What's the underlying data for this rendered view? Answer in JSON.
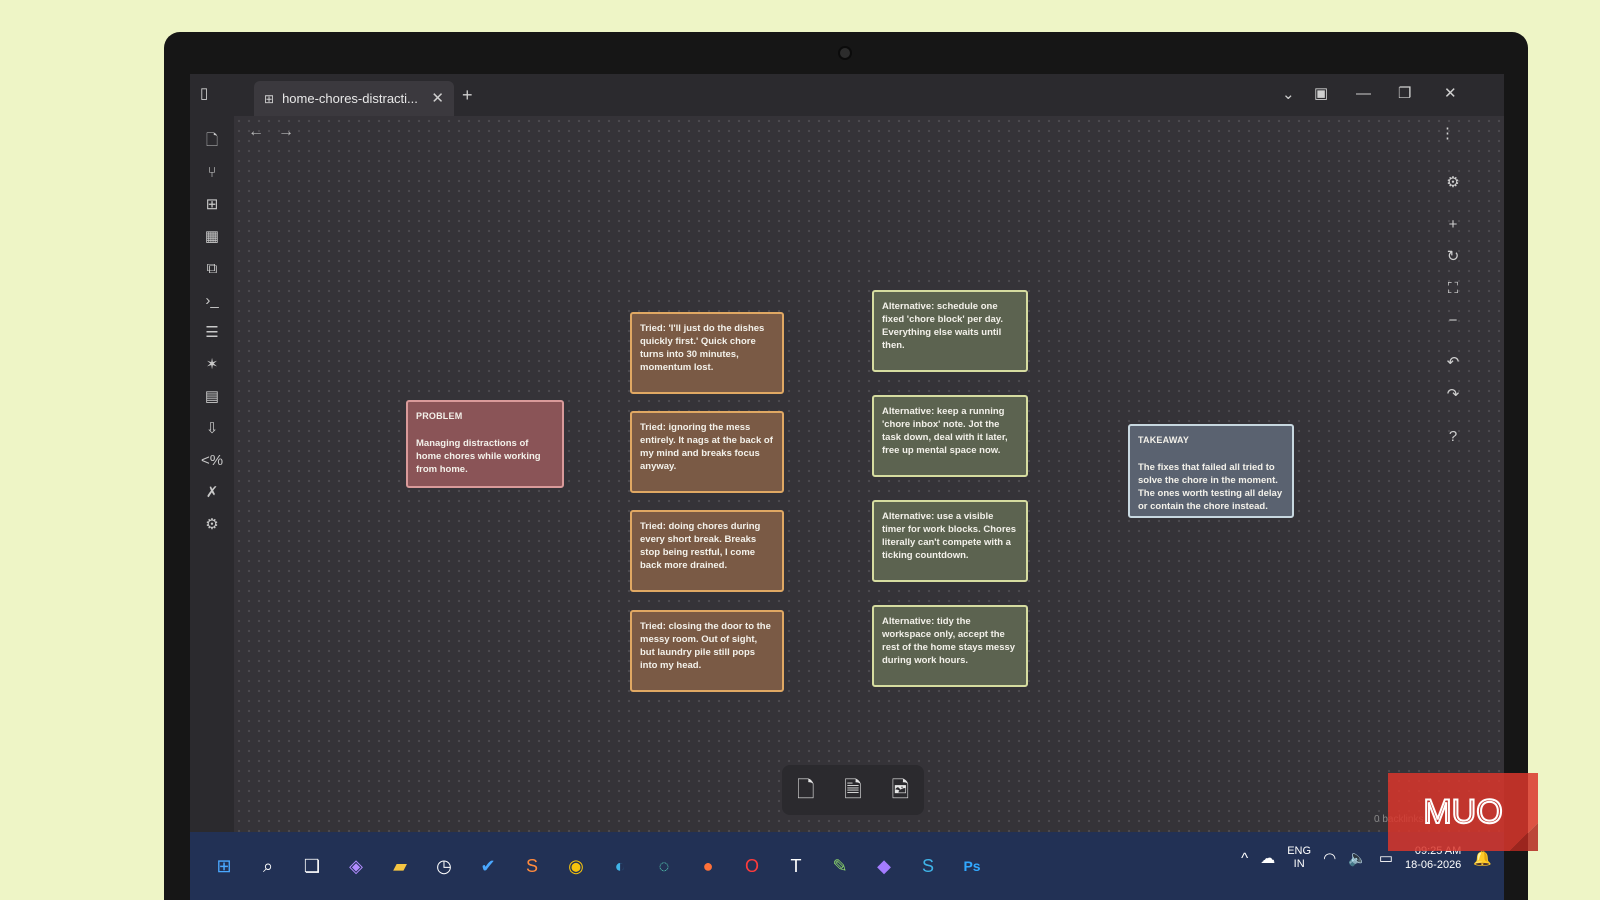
{
  "window": {
    "tab_title": "home-chores-distracti...",
    "backlinks": "0 backlinks"
  },
  "canvas": {
    "problem": {
      "heading": "PROBLEM",
      "text": "Managing distractions of home chores while working from home."
    },
    "tried": [
      "Tried: 'I'll just do the dishes quickly first.' Quick chore turns into 30 minutes, momentum lost.",
      "Tried: ignoring the mess entirely. It nags at the back of my mind and breaks focus anyway.",
      "Tried: doing chores during every short break. Breaks stop being restful, I come back more drained.",
      "Tried: closing the door to the messy room. Out of sight, but laundry pile still pops into my head."
    ],
    "alternatives": [
      "Alternative: schedule one fixed 'chore block' per day. Everything else waits until then.",
      "Alternative: keep a running 'chore inbox' note. Jot the task down, deal with it later, free up mental space now.",
      "Alternative: use a visible timer for work blocks. Chores literally can't compete with a ticking countdown.",
      "Alternative: tidy the workspace only, accept the rest of the home stays messy during work hours."
    ],
    "takeaway": {
      "heading": "TAKEAWAY",
      "text": "The fixes that failed all tried to solve the chore in the moment. The ones worth testing all delay or contain the chore instead."
    }
  },
  "taskbar": {
    "lang_line1": "ENG",
    "lang_line2": "IN",
    "time": "09:25 AM",
    "date": "18-06-2026"
  },
  "watermark": "MUO"
}
